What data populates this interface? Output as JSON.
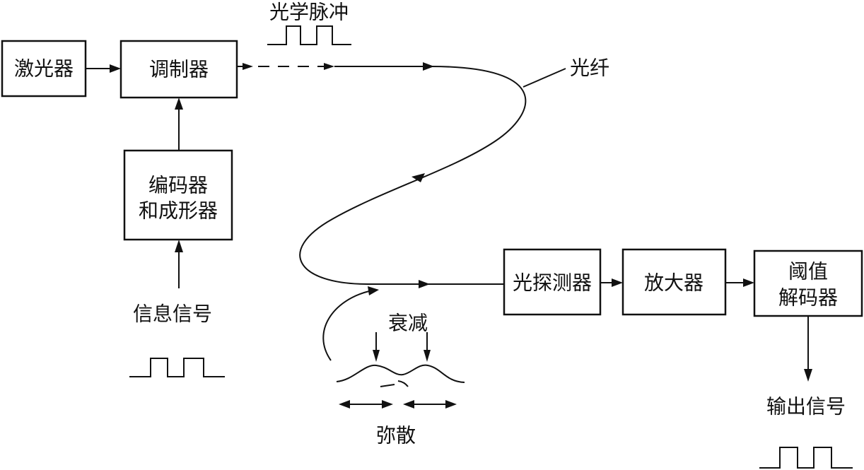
{
  "blocks": {
    "laser": "激光器",
    "modulator": "调制器",
    "encoder_line1": "编码器",
    "encoder_line2": "和成形器",
    "photodetector": "光探测器",
    "amplifier": "放大器",
    "decoder_line1": "阈值",
    "decoder_line2": "解码器"
  },
  "labels": {
    "optical_pulse": "光学脉冲",
    "fiber": "光纤",
    "info_signal": "信息信号",
    "attenuation": "衰减",
    "dispersion": "弥散",
    "output_signal": "输出信号"
  }
}
